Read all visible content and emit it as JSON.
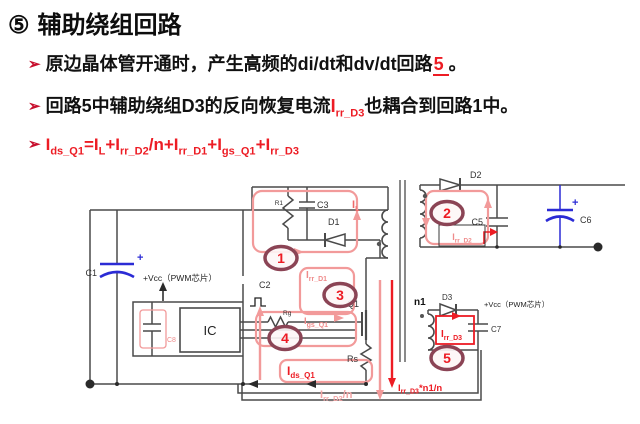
{
  "header": {
    "badge": "⑤",
    "title": "辅助绕组回路"
  },
  "bullets": {
    "marker": "➢",
    "b1": {
      "pre": "原边晶体管开通时，产生高频的di/dt和dv/dt回路",
      "em": "5",
      "post": "。"
    },
    "b2": {
      "pre": "回路5中辅助绕组D3的反向恢复电流",
      "cur_main": "I",
      "cur_sub": "rr_D3",
      "post": "也耦合到回路1中。"
    }
  },
  "formula": {
    "parts": [
      {
        "m": "I",
        "s": "ds_Q1"
      },
      {
        "m": "=I",
        "s": "L"
      },
      {
        "m": "+I",
        "s": "rr_D2"
      },
      {
        "m": "/n+I",
        "s": "rr_D1"
      },
      {
        "m": "+I",
        "s": "gs_Q1"
      },
      {
        "m": "+I",
        "s": "rr_D3"
      }
    ]
  },
  "circuit": {
    "labels": {
      "c1": "C1",
      "c2": "C2",
      "c3": "C3",
      "c5": "C5",
      "c6": "C6",
      "c7": "C7",
      "c8": "C8",
      "d1": "D1",
      "d2": "D2",
      "d3": "D3",
      "q1": "Q1",
      "r1": "R1",
      "rg": "Rg",
      "rs": "Rs",
      "ic": "IC",
      "n1": "n1",
      "vcc_left": "+Vcc（PWM芯片）",
      "vcc_right": "+Vcc（PWM芯片）",
      "plus_c1": "+",
      "plus_c6": "+"
    },
    "currents": {
      "il": {
        "m": "I",
        "s": "L"
      },
      "irr_d1": {
        "m": "I",
        "s": "rr_D1"
      },
      "irr_d2": {
        "m": "I",
        "s": "rr_D2"
      },
      "irr_d3": {
        "m": "I",
        "s": "rr_D3"
      },
      "igs_q1": {
        "m": "I",
        "s": "gs_Q1"
      },
      "ids_q1": {
        "m": "I",
        "s": "ds_Q1"
      },
      "irr_d2_n": {
        "m": "I",
        "s": "rr_D2",
        "t": "/n"
      },
      "irr_d3_n1_n": {
        "m": "I",
        "s": "rr_D3",
        "t": "*n1/n"
      }
    },
    "loops": [
      "1",
      "2",
      "3",
      "4",
      "5"
    ]
  },
  "colors": {
    "red": "#ed1c24",
    "loop_pink": "#f29a9a",
    "pink_text": "#ef8b8b",
    "wire": "#4a4a4a",
    "blue": "#2b2bd5",
    "loop_ring": "#8b4455"
  }
}
